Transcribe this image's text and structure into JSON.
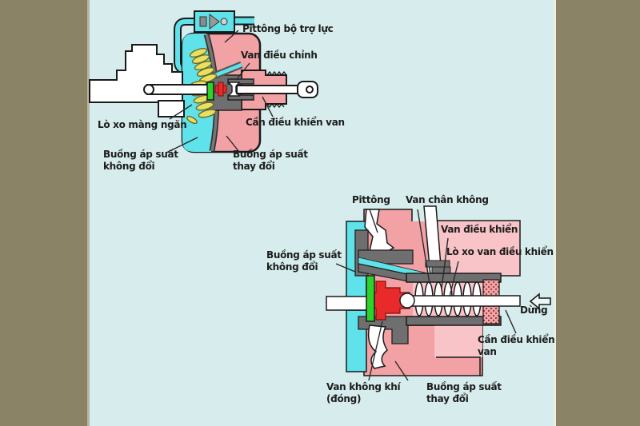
{
  "figure": {
    "type": "technical-diagram",
    "subject": "brake booster cross-sections",
    "background_color": "#d7ecec",
    "border_color": "#8b8365",
    "colors": {
      "constant_pressure_chamber": "#5fe2e9",
      "variable_pressure_chamber": "#f2a1a5",
      "light_pink": "#f8c4c7",
      "housing_gray": "#6f6f6f",
      "spring_yellow": "#e9df60",
      "reaction_disc_green": "#2bd32b",
      "valve_red": "#e92a2a",
      "outline": "#1a1a1a"
    }
  },
  "diagram_top": {
    "labels": {
      "booster_piston": "Pittông bộ trợ lực",
      "adjust_valve": "Van điều chỉnh",
      "diaphragm_spring": "Lò xo màng ngăn",
      "valve_control_rod": "Cần điều khiển van",
      "constant_pressure_chamber": "Buồng áp suất\nkhông đổi",
      "variable_pressure_chamber": "Buồng áp suất\nthay đổi"
    }
  },
  "diagram_bottom": {
    "labels": {
      "piston": "Pittông",
      "vacuum_valve": "Van chân không",
      "control_valve": "Van điều khiển",
      "control_valve_spring": "Lò xo van điều khiển",
      "constant_pressure_chamber": "Buồng áp suất\nkhông đổi",
      "stop": "Dừng",
      "valve_control_rod": "Cần điều khiển\nvan",
      "air_valve_closed": "Van không khí\n(đóng)",
      "variable_pressure_chamber": "Buồng áp suất\nthay đổi"
    },
    "icons": {
      "stop_arrow": "left-arrow-outline"
    }
  }
}
